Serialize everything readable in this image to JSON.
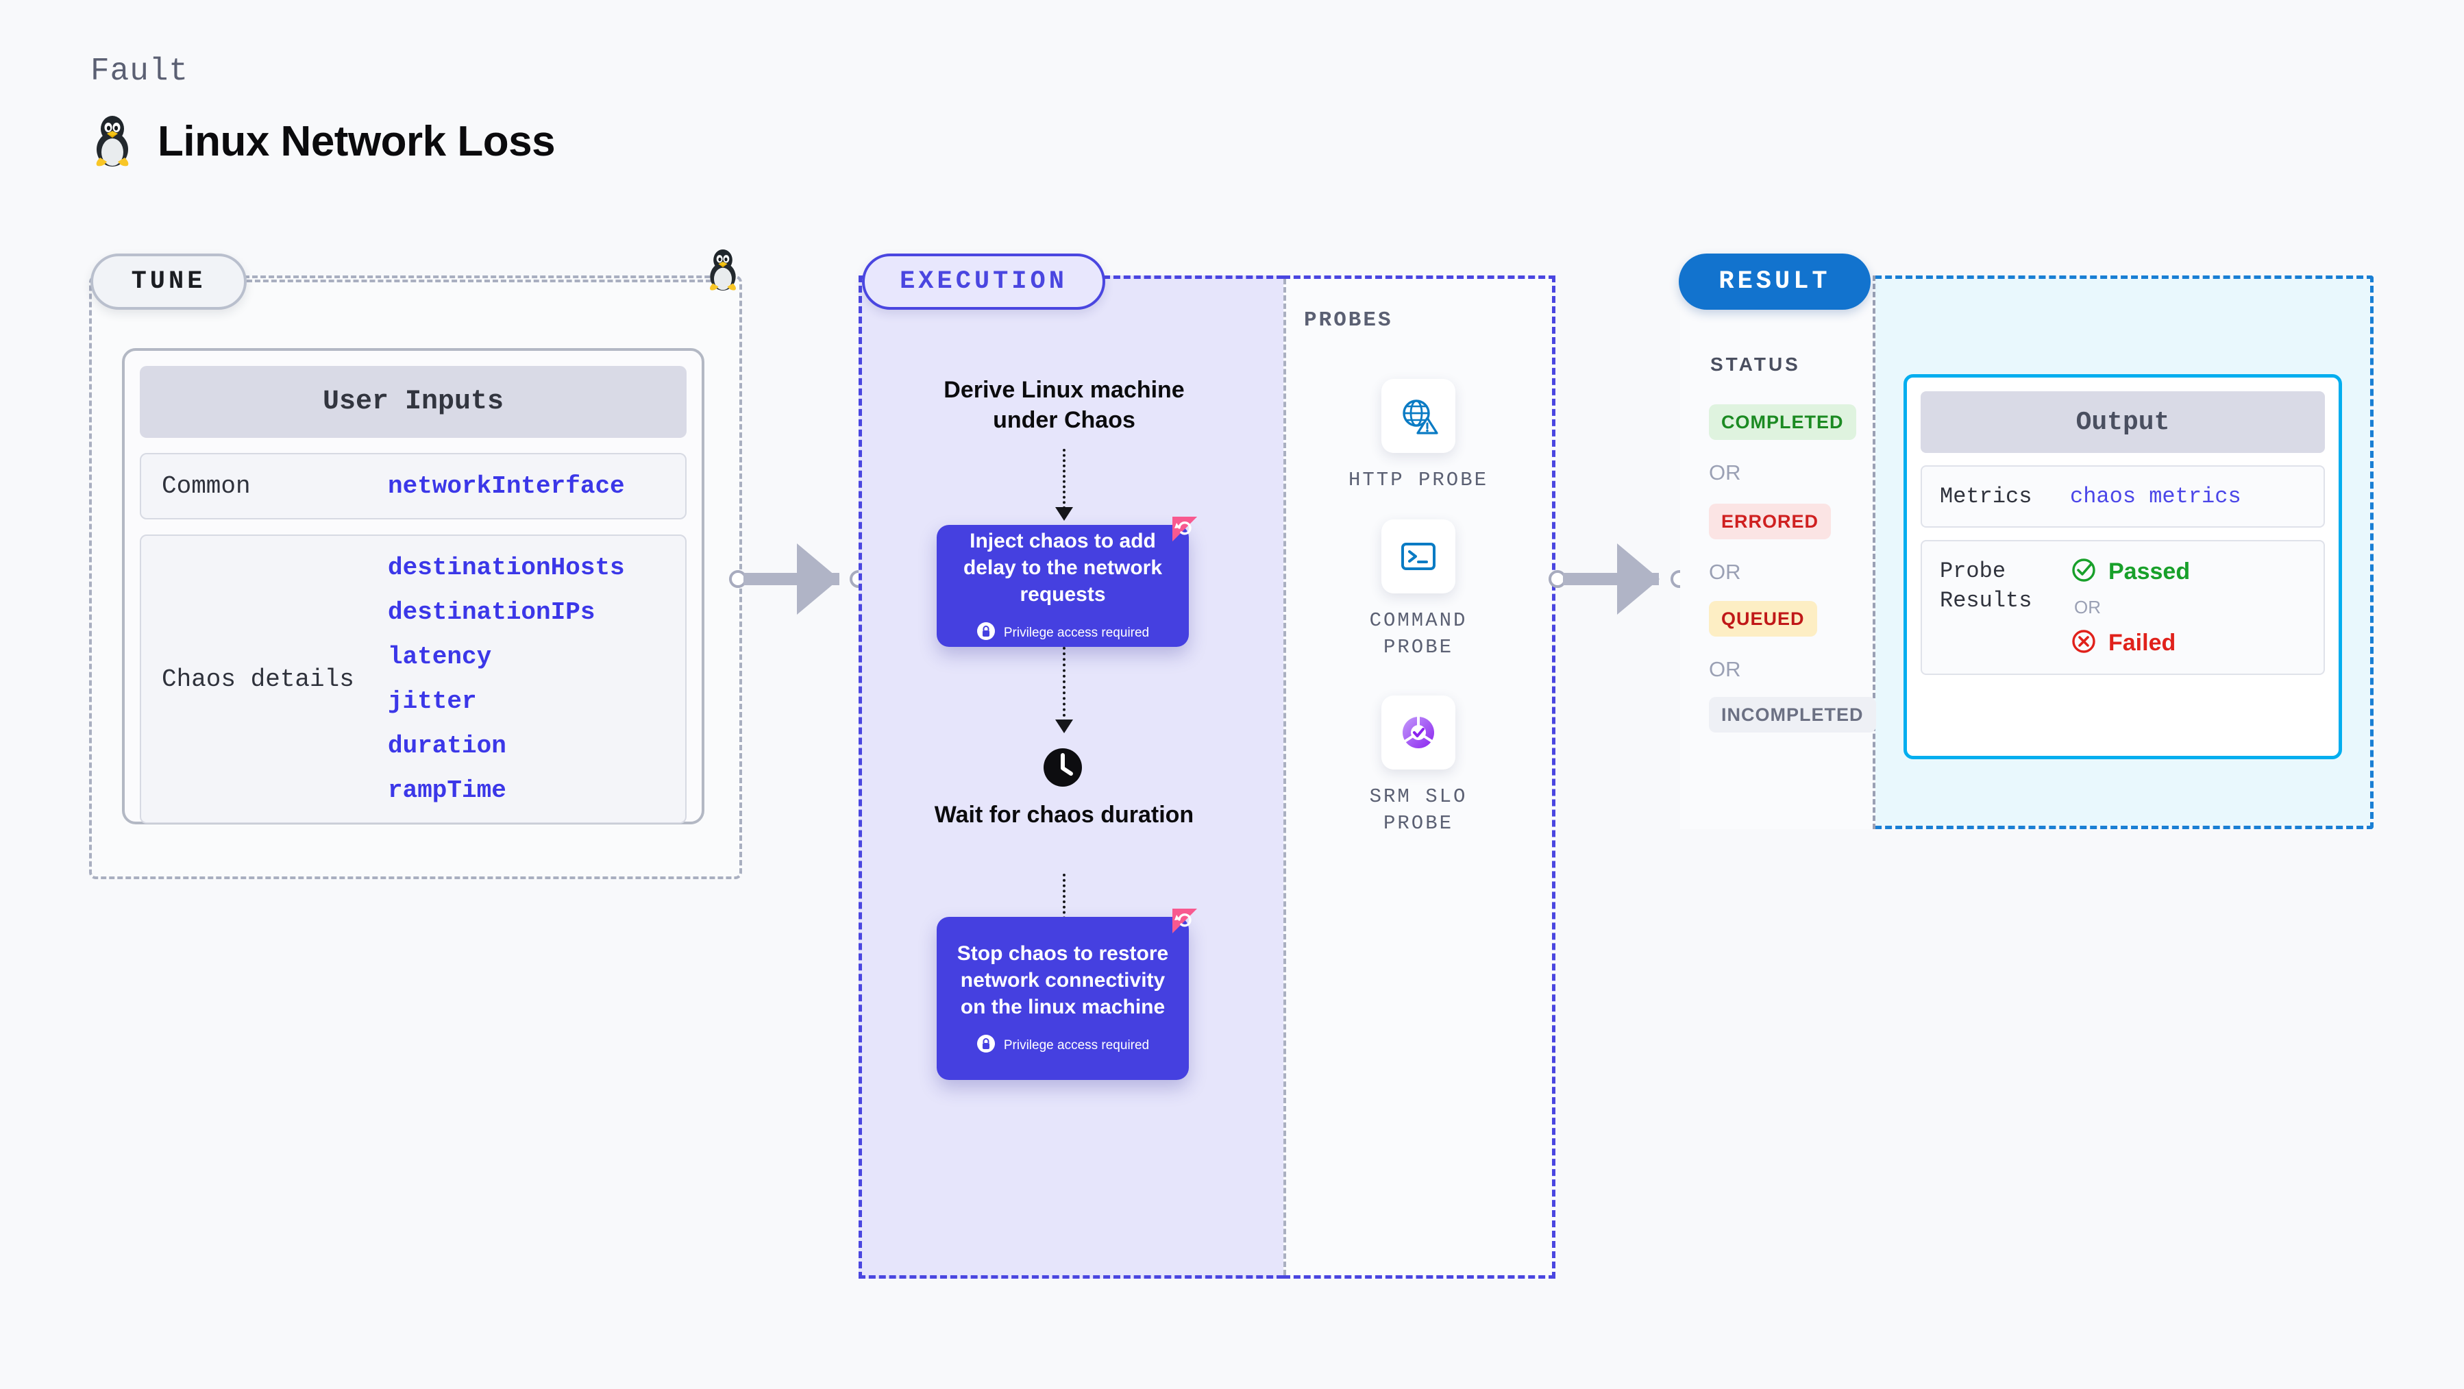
{
  "header": {
    "eyebrow": "Fault",
    "title": "Linux Network Loss",
    "icon": "linux-penguin-icon"
  },
  "tune": {
    "badge": "TUNE",
    "card_title": "User Inputs",
    "groups": [
      {
        "label": "Common",
        "params": [
          "networkInterface"
        ]
      },
      {
        "label": "Chaos details",
        "params": [
          "destinationHosts",
          "destinationIPs",
          "latency",
          "jitter",
          "duration",
          "rampTime"
        ]
      }
    ]
  },
  "execution": {
    "badge": "EXECUTION",
    "step1_title": "Derive Linux machine under Chaos",
    "card1_text": "Inject chaos to add delay to the network requests",
    "card1_privilege": "Privilege access required",
    "wait_title": "Wait for chaos duration",
    "card2_text": "Stop chaos to restore network connectivity on the linux machine",
    "card2_privilege": "Privilege access required"
  },
  "probes": {
    "title": "PROBES",
    "items": [
      {
        "label": "HTTP PROBE",
        "icon": "globe-warning-icon"
      },
      {
        "label": "COMMAND PROBE",
        "icon": "terminal-icon"
      },
      {
        "label": "SRM SLO PROBE",
        "icon": "slo-donut-check-icon"
      }
    ]
  },
  "result": {
    "badge": "RESULT",
    "status_title": "STATUS",
    "or_label": "OR",
    "statuses": [
      {
        "label": "COMPLETED",
        "color": "#1b8a22",
        "bg": "#dff3df"
      },
      {
        "label": "ERRORED",
        "color": "#cf2020",
        "bg": "#fbe4e4"
      },
      {
        "label": "QUEUED",
        "color": "#c01818",
        "bg": "#fdeec4"
      },
      {
        "label": "INCOMPLETED",
        "color": "#6b7083",
        "bg": "#eef0f5"
      }
    ],
    "output": {
      "title": "Output",
      "metrics_label": "Metrics",
      "metrics_value": "chaos metrics",
      "probe_results_label": "Probe Results",
      "passed_label": "Passed",
      "failed_label": "Failed",
      "or_label": "OR"
    }
  },
  "colors": {
    "purple": "#4540e0",
    "blue": "#1273ce",
    "cyan": "#03aeef",
    "pink": "#f8598f",
    "gray_dash": "#a9afc0"
  }
}
